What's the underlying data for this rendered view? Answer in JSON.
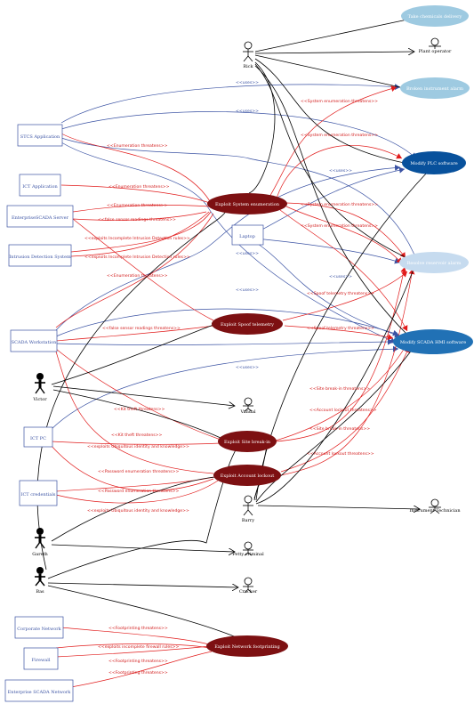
{
  "actors": {
    "rick": "Rick",
    "plant_operator": "Plant operator",
    "victor": "Victor",
    "vandal": "Vandal",
    "barry": "Barry",
    "instrument_technician": "Instrument Technician",
    "gareth": "Gareth",
    "petty_criminal": "Petty criminal",
    "bas": "Bas",
    "cracker": "Cracker"
  },
  "boxes": {
    "stcs_application": "STCS Application",
    "ict_application": "ICT Application",
    "enterprise_scada_server": "EnterpriseSCADA Server",
    "intrusion_detection_system": "Intrusion Detection System",
    "laptop": "Laptop",
    "scada_workstation": "SCADA Workstation",
    "ict_pc": "ICT PC",
    "ict_credentials": "ICT credentials",
    "corporate_network": "Corporate Network",
    "firewall": "Firewall",
    "enterprise_scada_network": "Enterprise SCADA Network"
  },
  "use_cases": {
    "take_chemicals_delivery": "Take chemicals delivery",
    "broken_instrument_alarm": "Broken instrument alarm",
    "modify_plc_software": "Modify PLC software",
    "resolve_reservoir_alarm": "Resolve reservoir alarm",
    "modify_scada_hmi_software": "Modify SCADA HMI software"
  },
  "misuse_cases": {
    "exploit_system_enumeration": "Exploit System enumeration",
    "exploit_spoof_telemetry": "Exploit Spoof telemetry",
    "exploit_site_break_in": "Exploit Site break-in",
    "exploit_account_lockout": "Exploit Account lockout",
    "exploit_network_footprinting": "Exploit Network footprinting"
  },
  "labels": {
    "uses": "<<uses>>",
    "system_enumeration_threatens": "<<System enumeration threatens>>",
    "enumeration_threatens": "<<Enumeration threatens>>",
    "false_sensor_readings_threatens": "<<false sensor readings threatens>>",
    "exploits_incomplete_ids_rules": "<<exploits Incomplete Intrusion Detection rules>>",
    "spoof_telemetry_threatens": "<<Spoof telemetry threatens>>",
    "kit_theft_threatens": "<<Kit theft threatens>>",
    "site_break_in_threatens": "<<Site break-in threatens>>",
    "account_lockout_threatens": "<<Account lockout threatens>>",
    "exploits_ubiquitous_identity": "<<exploits Ubiquitous identity and knowledge>>",
    "password_enumeration_threatens": "<<Password enumeration threatens>>",
    "footprinting_threatens": "<<Footprinting threatens>>",
    "exploits_incomplete_firewall_rules": "<<exploits incomplete firewall rules>>"
  },
  "colors": {
    "misuse_fill": "#7d1012",
    "use_case_light": "#9ecae1",
    "use_case_lighter": "#c6dbef",
    "use_case_dark": "#08519c",
    "use_case_mid": "#2171b5",
    "threat_line": "#e11b1b",
    "uses_line": "#3a52a3"
  }
}
